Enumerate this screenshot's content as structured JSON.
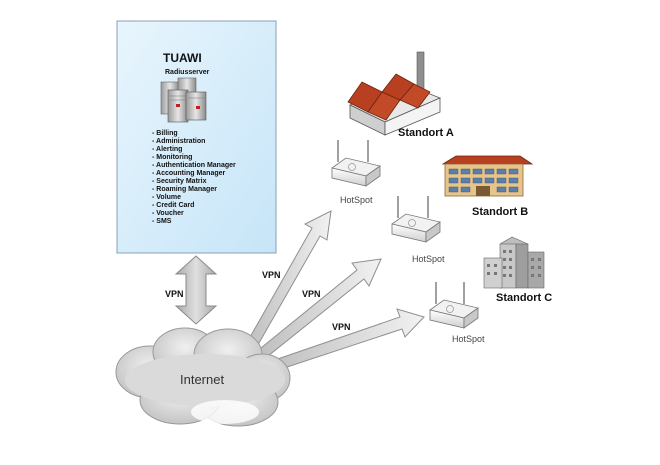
{
  "server": {
    "title": "TUAWI",
    "subtitle": "Radiusserver",
    "features": [
      "- Billing",
      "- Administration",
      "- Alerting",
      "- Monitoring",
      "- Authentication Manager",
      "- Accounting Manager",
      "- Security Matrix",
      "- Roaming Manager",
      "- Volume",
      "- Credit Card",
      "- Voucher",
      "- SMS"
    ]
  },
  "links": {
    "server_vpn": "VPN",
    "vpn_a": "VPN",
    "vpn_b": "VPN",
    "vpn_c": "VPN"
  },
  "cloud": {
    "label": "Internet"
  },
  "sites": {
    "a": {
      "name": "Standort A",
      "hotspot": "HotSpot"
    },
    "b": {
      "name": "Standort B",
      "hotspot": "HotSpot"
    },
    "c": {
      "name": "Standort C",
      "hotspot": "HotSpot"
    }
  },
  "colors": {
    "server_panel": "#d4ecfa",
    "panel_border": "#8aa0b8",
    "arrow": "#cccccc",
    "cloud": "#d6d6d6",
    "roof": "#b84020"
  }
}
